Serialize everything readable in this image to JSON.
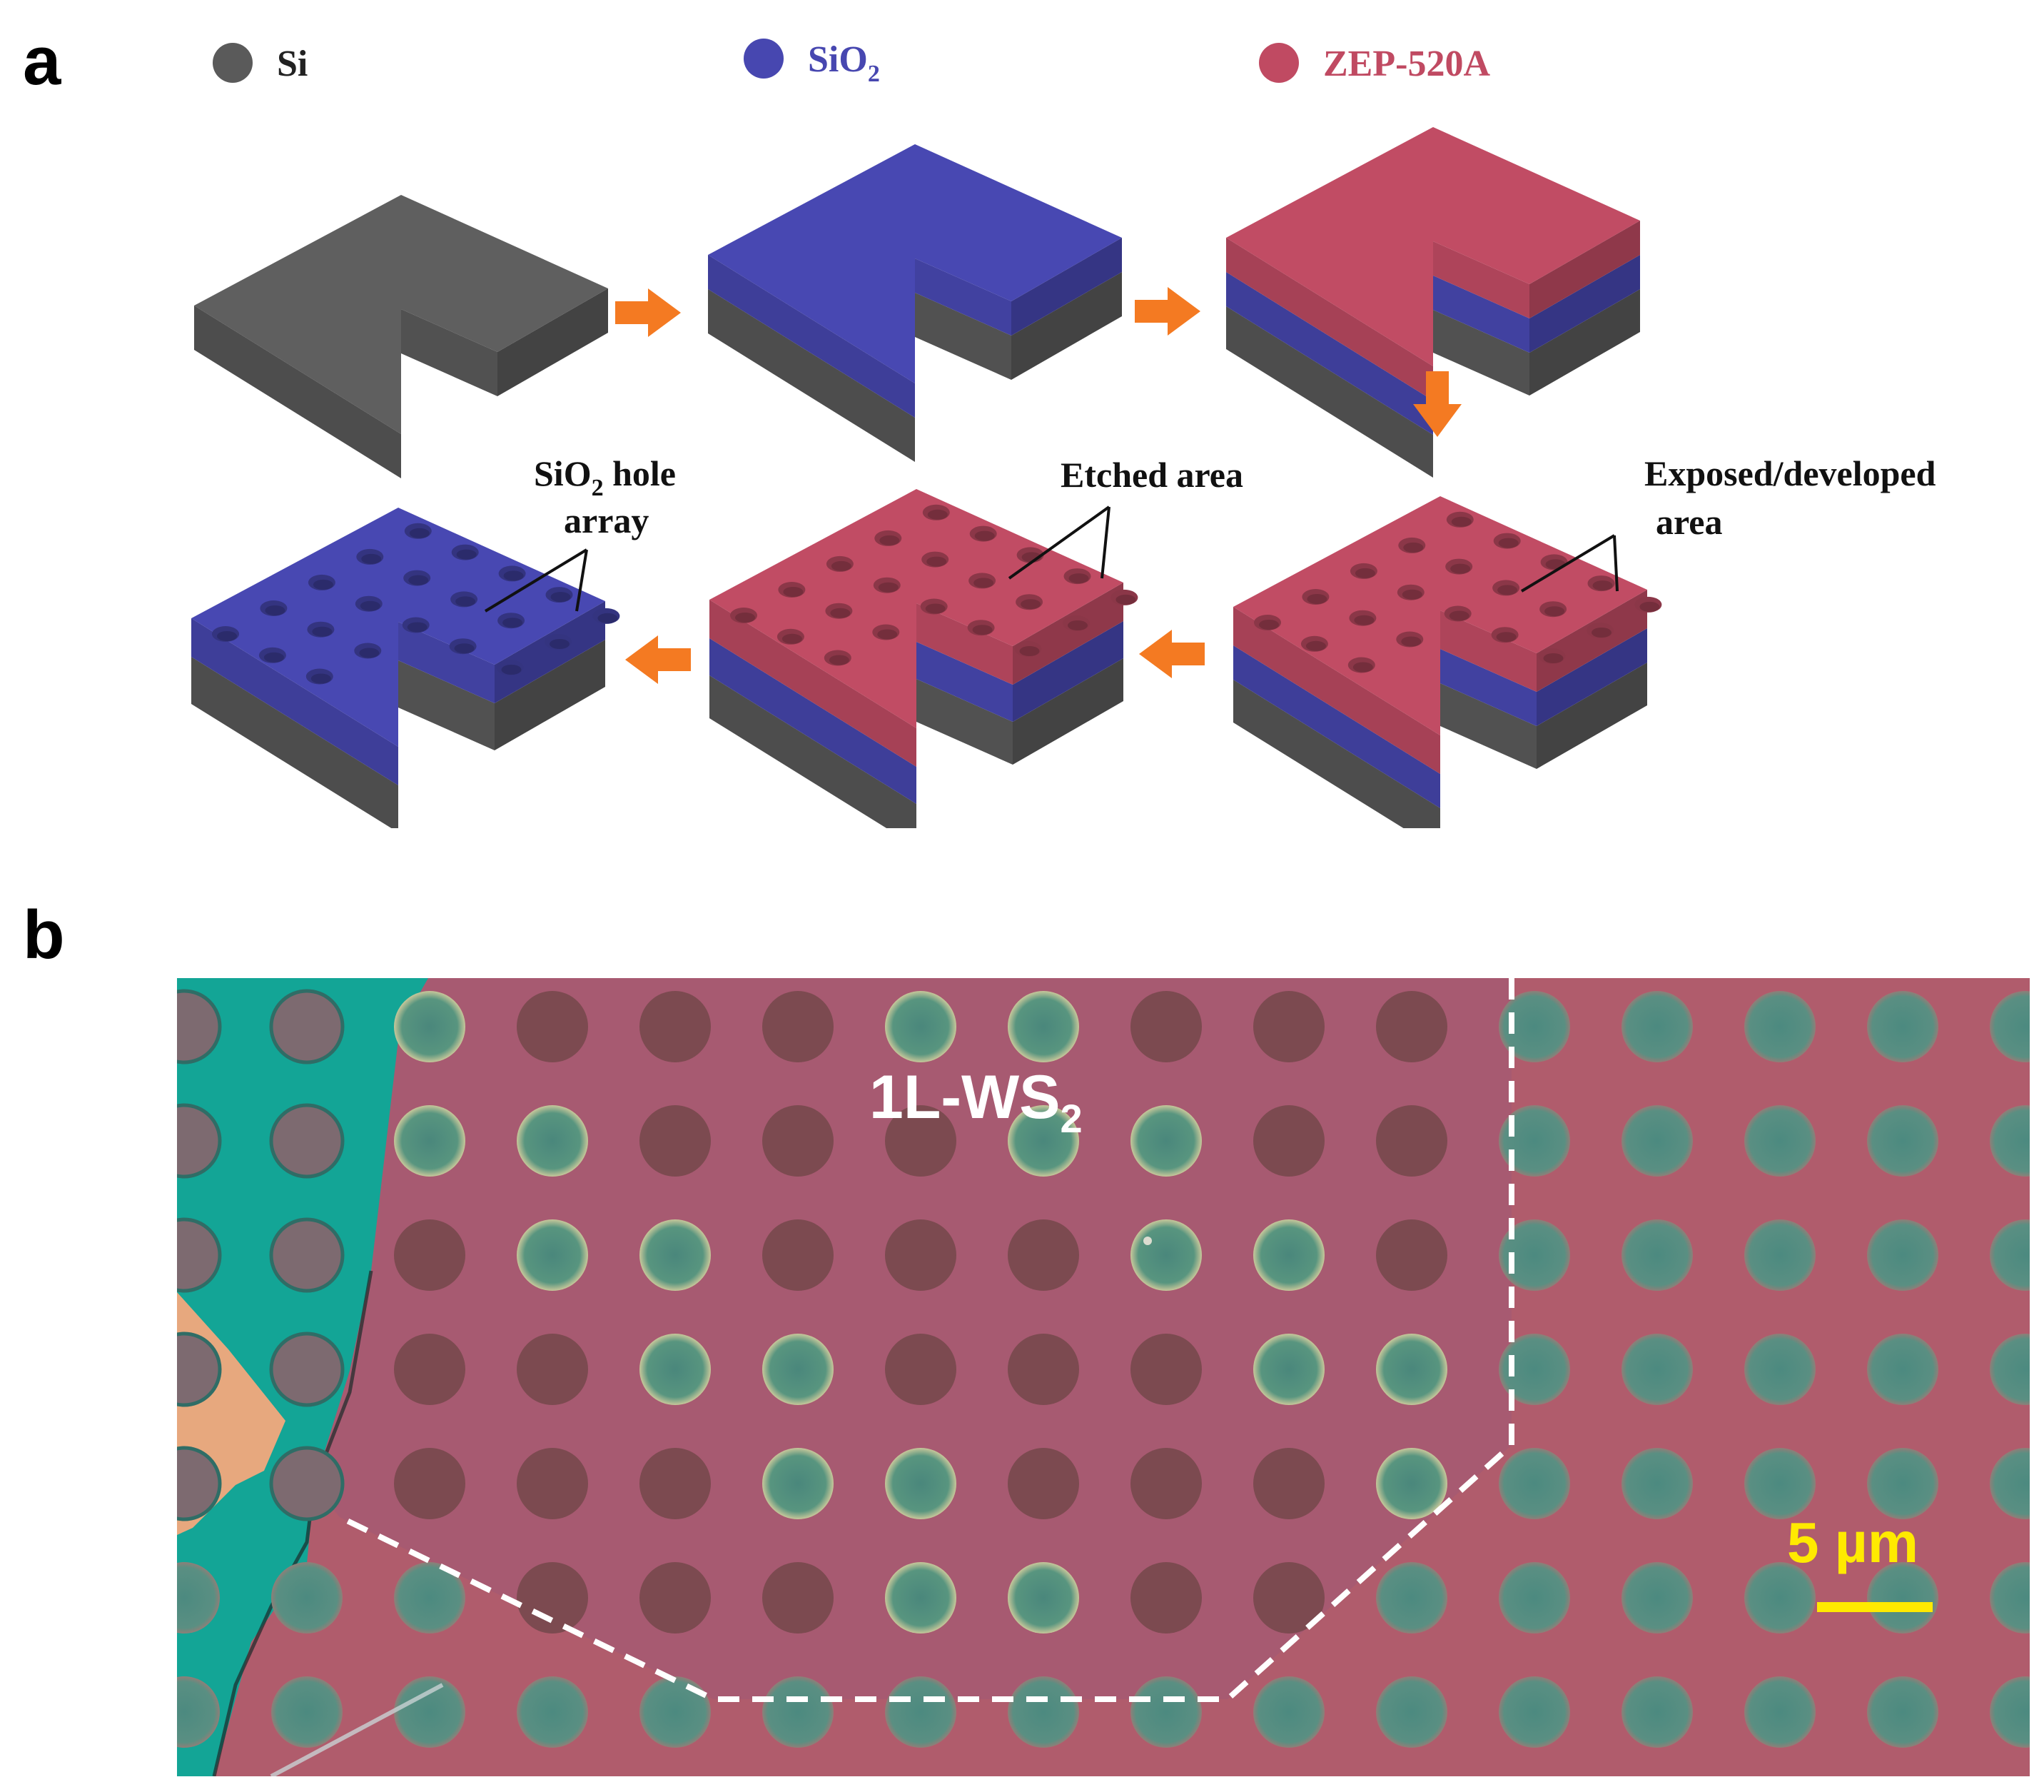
{
  "panel_a": {
    "letter": "a",
    "legend": [
      {
        "name": "si",
        "label": "Si",
        "color": "#5a5a5a"
      },
      {
        "name": "sio2",
        "label": "SiO",
        "sub": "2",
        "color": "#4747b0"
      },
      {
        "name": "zep",
        "label": "ZEP-520A",
        "color": "#c04a62"
      }
    ],
    "labels": {
      "hole_array_line1": "SiO",
      "hole_array_sub": "2",
      "hole_array_after": " hole",
      "hole_array_line2": "array",
      "etched": "Etched area",
      "exposed_line1": "Exposed/developed",
      "exposed_line2": "area"
    },
    "colors": {
      "si": "#5a5a5a",
      "sio2": "#4848b2",
      "zep": "#c14c64",
      "arrow": "#f47a22"
    }
  },
  "panel_b": {
    "letter": "b",
    "material_label": "1L-WS",
    "material_sub": "2",
    "scale_label": "5 µm",
    "colors": {
      "background": "#b05c6c",
      "hole_dark": "#7c4a50",
      "hole_teal": "#4e8a7e",
      "flake_edge": "#13a596",
      "pad": "#e7a87e",
      "scale": "#ffea00"
    }
  }
}
